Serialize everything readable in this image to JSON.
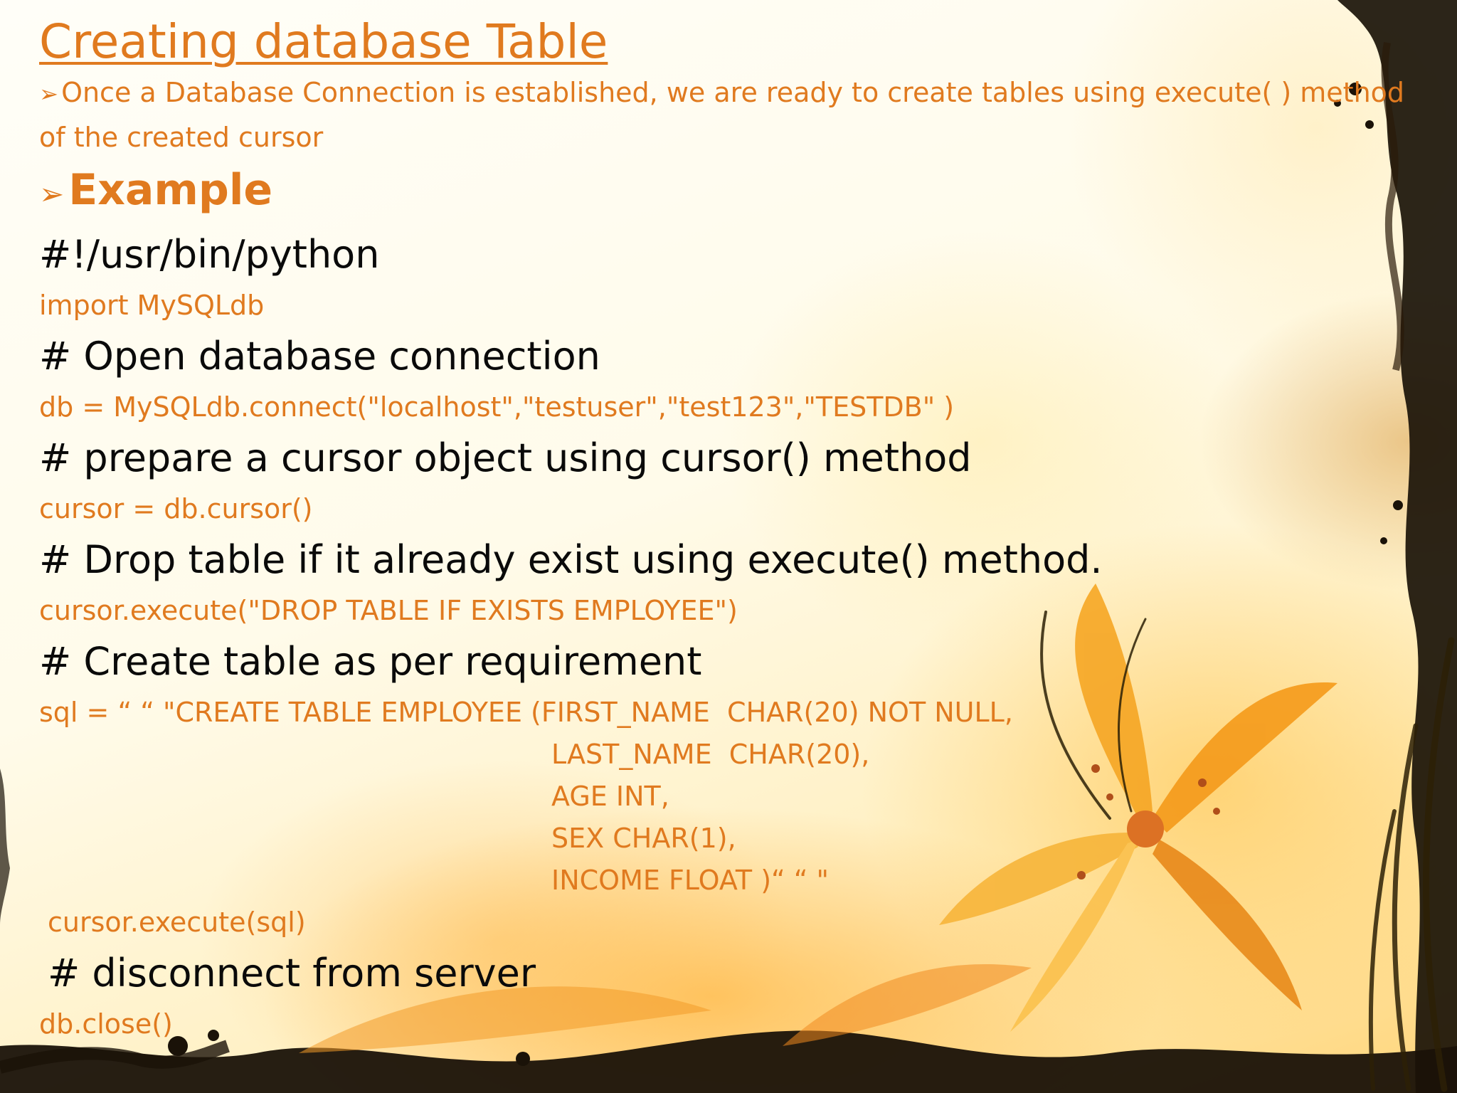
{
  "slide": {
    "title": "Creating database Table",
    "intro_bullet": "➢",
    "intro_text": "Once a Database Connection is established, we are ready to create tables using execute( ) method of the created cursor",
    "example_bullet": "➢",
    "example_label": "Example",
    "lines": [
      {
        "text": "#!/usr/bin/python",
        "kind": "comment"
      },
      {
        "text": "import MySQLdb",
        "kind": "code"
      },
      {
        "text": "# Open database connection",
        "kind": "comment"
      },
      {
        "text": "db = MySQLdb.connect(\"localhost\",\"testuser\",\"test123\",\"TESTDB\" )",
        "kind": "code"
      },
      {
        "text": "# prepare a cursor object using cursor() method",
        "kind": "comment"
      },
      {
        "text": "cursor = db.cursor()",
        "kind": "code"
      },
      {
        "text": "# Drop table if it already exist using execute() method.",
        "kind": "comment"
      },
      {
        "text": "cursor.execute(\"DROP TABLE IF EXISTS EMPLOYEE\")",
        "kind": "code"
      },
      {
        "text": "# Create table as per requirement",
        "kind": "comment"
      },
      {
        "text": "sql = “ “ \"CREATE TABLE EMPLOYEE (FIRST_NAME  CHAR(20) NOT NULL,",
        "kind": "code"
      },
      {
        "text": "LAST_NAME  CHAR(20),",
        "kind": "code-indented"
      },
      {
        "text": "AGE INT,",
        "kind": "code-indented"
      },
      {
        "text": "SEX CHAR(1),",
        "kind": "code-indented"
      },
      {
        "text": "INCOME FLOAT )“ “ \"",
        "kind": "code-indented"
      },
      {
        "text": "cursor.execute(sql)",
        "kind": "code-lead"
      },
      {
        "text": "# disconnect from server",
        "kind": "comment-lead"
      },
      {
        "text": "db.close()",
        "kind": "code"
      }
    ]
  },
  "colors": {
    "accent_orange": "#e07a1f",
    "text_black": "#0a0a0a"
  }
}
